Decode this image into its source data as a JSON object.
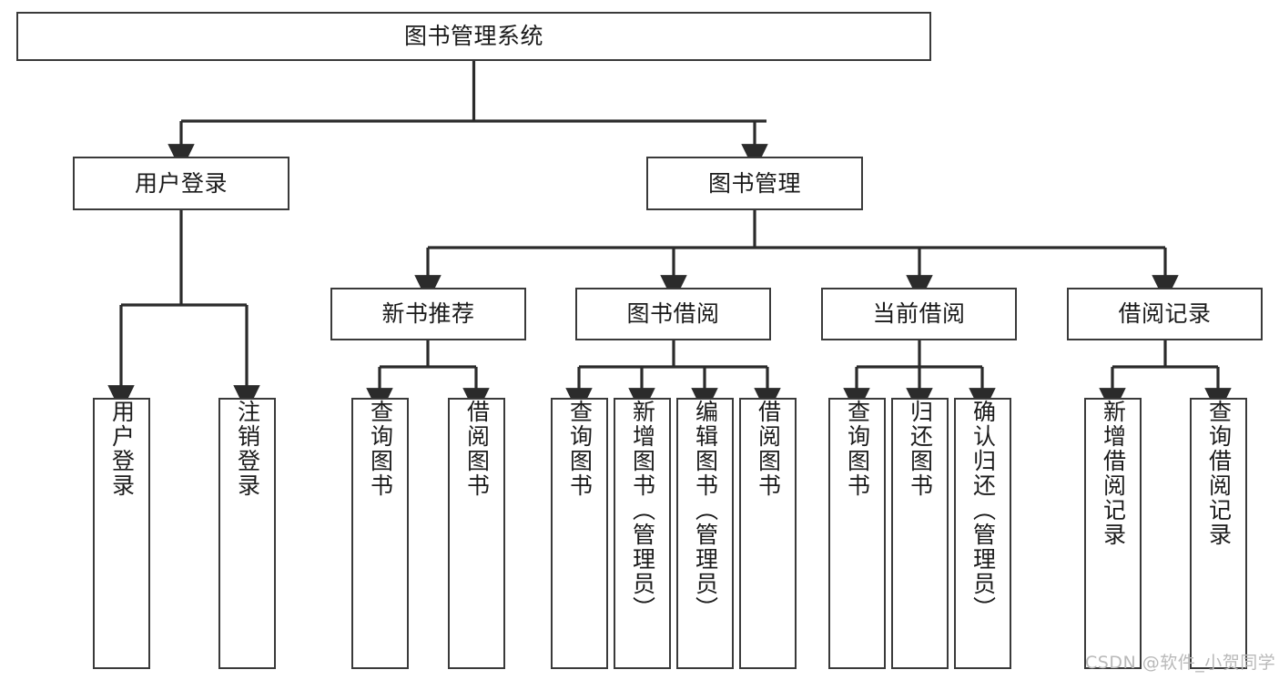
{
  "diagram": {
    "title": "图书管理系统",
    "type": "tree",
    "watermark": "CSDN @软件_小贺同学",
    "colors": {
      "node_border": "#3a3a3a",
      "node_fill": "#ffffff",
      "edge": "#2b2b2b",
      "text": "#1b1b1b",
      "watermark": "#b9b9b9",
      "background": "#ffffff"
    },
    "nodes": {
      "root": {
        "label": "图书管理系统"
      },
      "level2": [
        {
          "id": "user-login",
          "label": "用户登录"
        },
        {
          "id": "book-management",
          "label": "图书管理"
        }
      ],
      "level3": [
        {
          "id": "new-book-recommend",
          "label": "新书推荐"
        },
        {
          "id": "book-borrow",
          "label": "图书借阅"
        },
        {
          "id": "current-borrow",
          "label": "当前借阅"
        },
        {
          "id": "borrow-record",
          "label": "借阅记录"
        }
      ],
      "leaves": {
        "user-login": [
          {
            "id": "leaf-user-login",
            "label": "用户登录"
          },
          {
            "id": "leaf-logout",
            "label": "注销登录"
          }
        ],
        "new-book-recommend": [
          {
            "id": "leaf-query-book-1",
            "label": "查询图书"
          },
          {
            "id": "leaf-borrow-book-1",
            "label": "借阅图书"
          }
        ],
        "book-borrow": [
          {
            "id": "leaf-query-book-2",
            "label": "查询图书"
          },
          {
            "id": "leaf-add-book",
            "label": "新增图书（管理员）"
          },
          {
            "id": "leaf-edit-book",
            "label": "编辑图书（管理员）"
          },
          {
            "id": "leaf-borrow-book-2",
            "label": "借阅图书"
          }
        ],
        "current-borrow": [
          {
            "id": "leaf-query-book-3",
            "label": "查询图书"
          },
          {
            "id": "leaf-return-book",
            "label": "归还图书"
          },
          {
            "id": "leaf-confirm-return",
            "label": "确认归还（管理员）"
          }
        ],
        "borrow-record": [
          {
            "id": "leaf-add-record",
            "label": "新增借阅记录"
          },
          {
            "id": "leaf-query-record",
            "label": "查询借阅记录"
          }
        ]
      }
    }
  }
}
